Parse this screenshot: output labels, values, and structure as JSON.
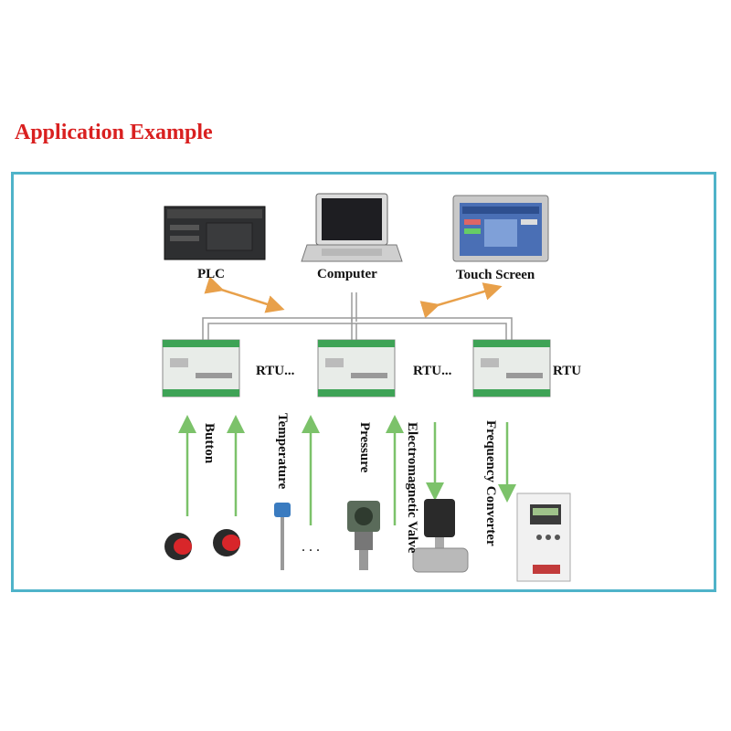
{
  "title": "Application Example",
  "top_devices": {
    "plc": "PLC",
    "computer": "Computer",
    "touch_screen": "Touch Screen"
  },
  "rtu_labels": {
    "rtu1": "RTU...",
    "rtu2": "RTU...",
    "rtu3": "RTU"
  },
  "field_devices": {
    "button": "Button",
    "temperature": "Temperature",
    "pressure": "Pressure",
    "valve": "Electromagnetic Valve",
    "frequency_converter": "Frequency Converter",
    "ellipsis": "..."
  },
  "colors": {
    "title": "#d92020",
    "frame": "#4fb3c9",
    "arrow_orange": "#e8a04a",
    "arrow_green": "#7cc26a",
    "bus": "#9a9a9a"
  }
}
